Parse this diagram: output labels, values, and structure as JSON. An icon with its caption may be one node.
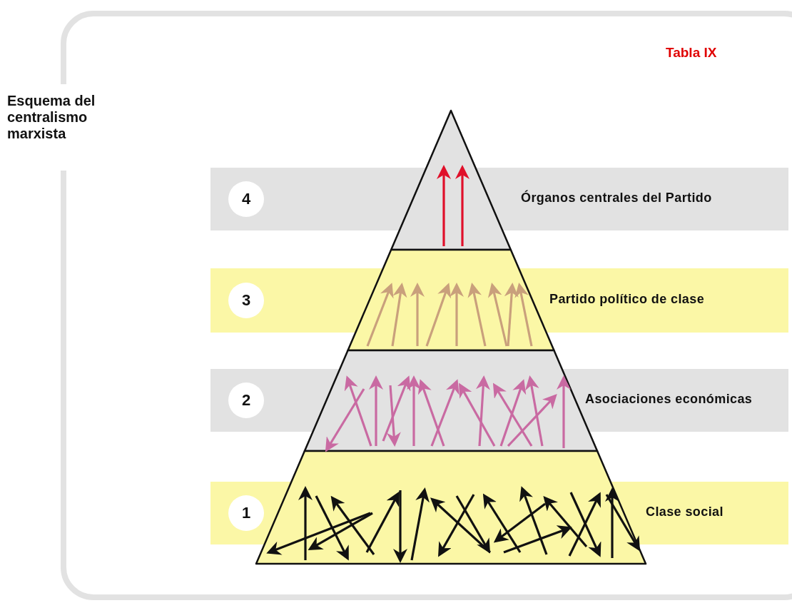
{
  "diagram": {
    "title": "Esquema del centralismo marxista",
    "nodes": [
      {
        "text": [
          "Órganos centrales del Partido"
        ]
      },
      {
        "text": [
          "4"
        ]
      },
      {
        "text": [
          "Partido político de clase"
        ]
      },
      {
        "text": [
          "3"
        ]
      },
      {
        "text": [
          "Asociaciones económicas"
        ]
      },
      {
        "text": [
          "2"
        ]
      },
      {
        "text": [
          "Clase social"
        ]
      },
      {
        "text": [
          "1"
        ]
      }
    ],
    "labels": [
      "Tabla IX"
    ]
  }
}
